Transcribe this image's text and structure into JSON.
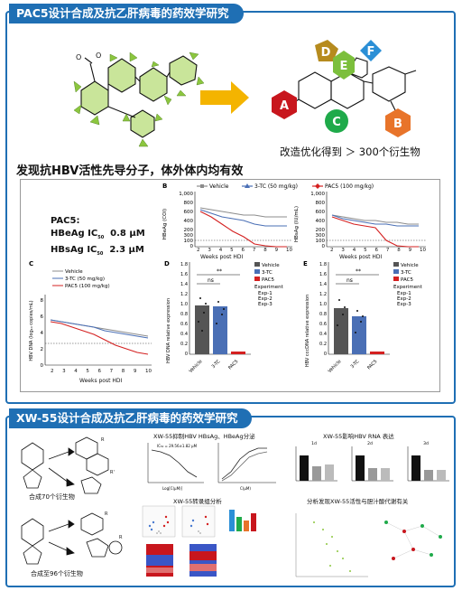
{
  "section1": {
    "banner": "PAC5设计合成及抗乙肝病毒的药效学研究",
    "optimization_caption": "改造优化得到 ＞ 300个衍生物",
    "labels": [
      "A",
      "B",
      "C",
      "D",
      "E",
      "F"
    ],
    "label_colors": {
      "A": "#c8161d",
      "B": "#e8742a",
      "C": "#1faa4a",
      "D": "#b68b1e",
      "E": "#7cbf3c",
      "F": "#2b8fd6"
    },
    "discovery_title": "发现抗HBV活性先导分子，体外体内均有效",
    "compound": "PAC5:",
    "ic50_rows": [
      "HBeAg IC",
      "HBsAg IC"
    ],
    "ic50_sub": "50",
    "ic50_values": [
      "0.8 μM",
      "2.3 μM"
    ]
  },
  "panels": {
    "B": {
      "letter": "B",
      "legend": [
        "Vehicle",
        "3-TC (50 mg/kg)",
        "PAC5 (100 mg/kg)"
      ],
      "ylabel_left": "HBeAg (COI)",
      "ylabel_right": "HBsAg (IU/mL)",
      "xlabel": "Weeks post HDI",
      "left_ticks": [
        "1,000",
        "800",
        "600",
        "400",
        "200",
        "300",
        "100",
        "0"
      ],
      "right_ticks": [
        "1,000",
        "800",
        "600",
        "400",
        "200",
        "300",
        "100",
        "0"
      ]
    },
    "C": {
      "letter": "C",
      "legend": [
        "Vehicle",
        "3-TC (50 mg/kg)",
        "PAC5 (100 mg/kg)"
      ],
      "ylabel": "HBV DNA (log₁₀ copies/mL)",
      "xlabel": "Weeks post HDI",
      "yticks": [
        "8",
        "6",
        "4",
        "2",
        "0"
      ]
    },
    "D": {
      "letter": "D",
      "ylabel": "HBV DNA relative expression",
      "yticks": [
        "1.8",
        "1.6",
        "1.4",
        "1.2",
        "1.0",
        "0.8",
        "0.6",
        "0.4",
        "0.2",
        "0"
      ],
      "ns": "ns",
      "sig": "**",
      "xcats": [
        "Vehicle",
        "3-TC",
        "PAC5"
      ]
    },
    "E": {
      "letter": "E",
      "ylabel": "HBV cccDNA relative expression",
      "yticks": [
        "1.8",
        "1.6",
        "1.4",
        "1.2",
        "1.0",
        "0.8",
        "0.6",
        "0.4",
        "0.2",
        "0"
      ],
      "ns": "ns",
      "sig": "**",
      "xcats": [
        "Vehicle",
        "3-TC",
        "PAC5"
      ]
    },
    "legend_groups": [
      "Vehicle",
      "3-TC",
      "PAC5"
    ],
    "experiment_title": "Experiment",
    "experiments": [
      "Exp-1",
      "Exp-2",
      "Exp-3"
    ]
  },
  "weeks": [
    "2",
    "3",
    "4",
    "5",
    "6",
    "7",
    "8",
    "9",
    "10"
  ],
  "section2": {
    "banner": "XW-55设计合成及抗乙肝病毒的药效学研究",
    "derivs1": "合成70个衍生物",
    "derivs2": "合成至96个衍生物",
    "chart1_title": "XW-55抑制HBV HBsAg、HBeAg分泌",
    "chart1_note": "IC₅₀ = 29.56±1.82 μM",
    "chart1_xlabel_left": "Log[C(μM)]",
    "chart1_xlabel_right": "C(μM)",
    "chart2_title": "XW-55影响HBV RNA 表达",
    "chart2_panels": [
      "1d",
      "2d",
      "3d"
    ],
    "chart3_title": "XW-55转录组分析",
    "chart4_title": "分析发现XW-55活性与胆汁酸代谢有关"
  },
  "colors": {
    "banner": "#1f6fb4",
    "vehicle": "#8c8c8c",
    "tc": "#4a6fb5",
    "pac5": "#d42020",
    "arrow": "#f4b400",
    "mol": "#8cc63f"
  }
}
